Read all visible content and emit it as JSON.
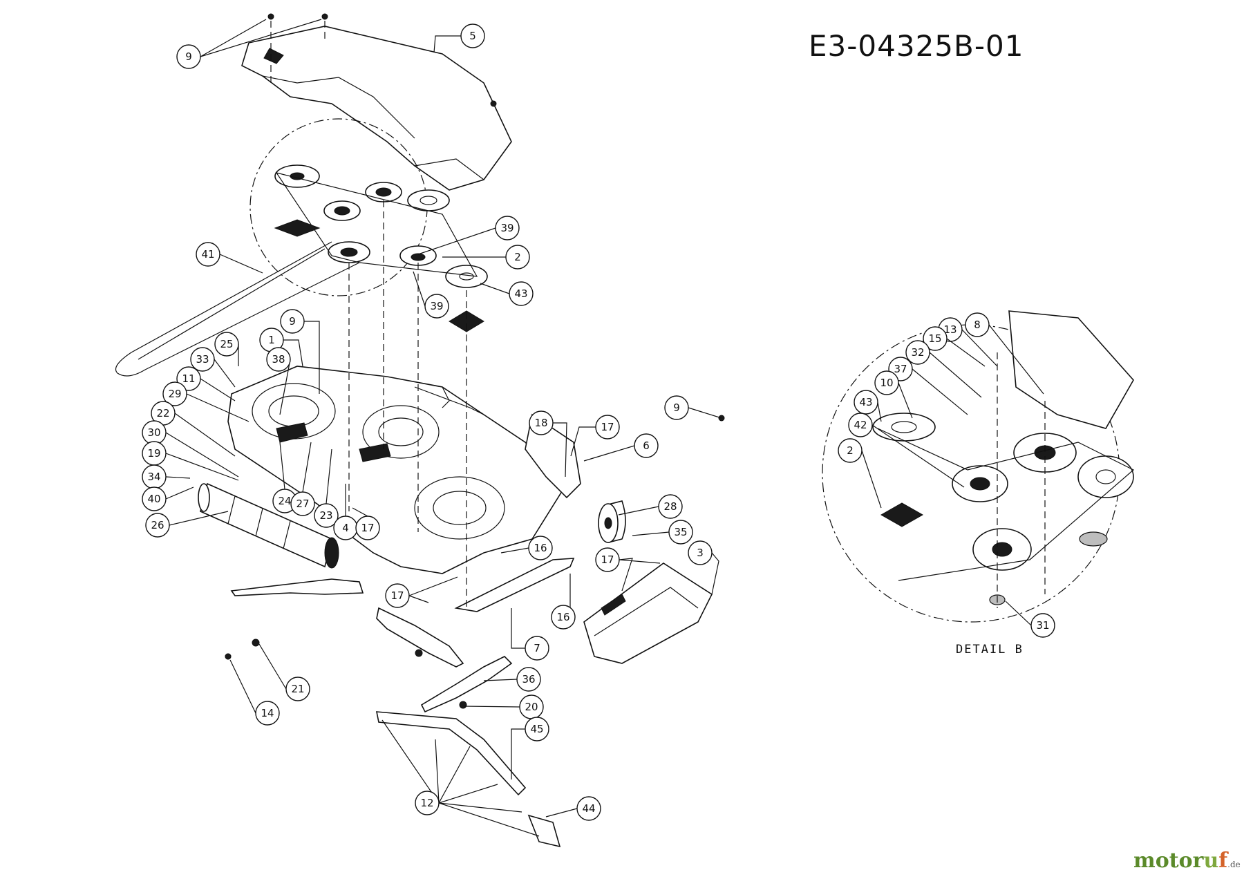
{
  "diagram_id": "E3-04325B-01",
  "detail_label": "DETAIL B",
  "detail_letter": "B",
  "watermark": {
    "part1": "motor",
    "part2": "u",
    "part3": "f",
    "suffix": ".de"
  },
  "callouts": [
    {
      "num": "9"
    },
    {
      "num": "5"
    },
    {
      "num": "39"
    },
    {
      "num": "2"
    },
    {
      "num": "43"
    },
    {
      "num": "39"
    },
    {
      "num": "41"
    },
    {
      "num": "9"
    },
    {
      "num": "1"
    },
    {
      "num": "25"
    },
    {
      "num": "33"
    },
    {
      "num": "38"
    },
    {
      "num": "11"
    },
    {
      "num": "29"
    },
    {
      "num": "22"
    },
    {
      "num": "30"
    },
    {
      "num": "19"
    },
    {
      "num": "34"
    },
    {
      "num": "40"
    },
    {
      "num": "26"
    },
    {
      "num": "24"
    },
    {
      "num": "27"
    },
    {
      "num": "23"
    },
    {
      "num": "4"
    },
    {
      "num": "17"
    },
    {
      "num": "18"
    },
    {
      "num": "17"
    },
    {
      "num": "6"
    },
    {
      "num": "9"
    },
    {
      "num": "28"
    },
    {
      "num": "35"
    },
    {
      "num": "16"
    },
    {
      "num": "3"
    },
    {
      "num": "17"
    },
    {
      "num": "17"
    },
    {
      "num": "16"
    },
    {
      "num": "7"
    },
    {
      "num": "36"
    },
    {
      "num": "20"
    },
    {
      "num": "21"
    },
    {
      "num": "14"
    },
    {
      "num": "45"
    },
    {
      "num": "12"
    },
    {
      "num": "44"
    },
    {
      "num": "8"
    },
    {
      "num": "13"
    },
    {
      "num": "15"
    },
    {
      "num": "32"
    },
    {
      "num": "37"
    },
    {
      "num": "10"
    },
    {
      "num": "43"
    },
    {
      "num": "42"
    },
    {
      "num": "2"
    },
    {
      "num": "31"
    }
  ]
}
